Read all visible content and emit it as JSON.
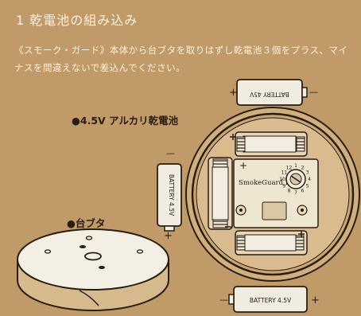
{
  "page": {
    "title": "1 乾電池の組み込み",
    "intro": "《スモーク・ガード》本体から台ブタを取りはずし乾電池３個をプラス、マイナスを間違えないで差込んでください。",
    "colors": {
      "background": "#c09a68",
      "heading_text": "#fbf2e0",
      "line_art": "#2a1d12"
    }
  },
  "labels": {
    "alkaline_battery": "●4.5V アルカリ乾電池",
    "bottom_lid": "●台ブタ"
  },
  "battery_marks": {
    "top": {
      "text": "BATTERY 45V",
      "plus": "+",
      "minus": "—"
    },
    "left": {
      "text": "BATTERY 4.5V",
      "plus": "+",
      "minus": "—"
    },
    "bottom": {
      "text": "BATTERY 4.5V",
      "plus": "+",
      "minus": "—"
    }
  },
  "device": {
    "brand": "SmokeGuard III",
    "plus_mark": "+",
    "dial_numbers": [
      "1",
      "2",
      "3",
      "4",
      "5",
      "6",
      "7",
      "8",
      "9",
      "10",
      "11",
      "12"
    ]
  }
}
